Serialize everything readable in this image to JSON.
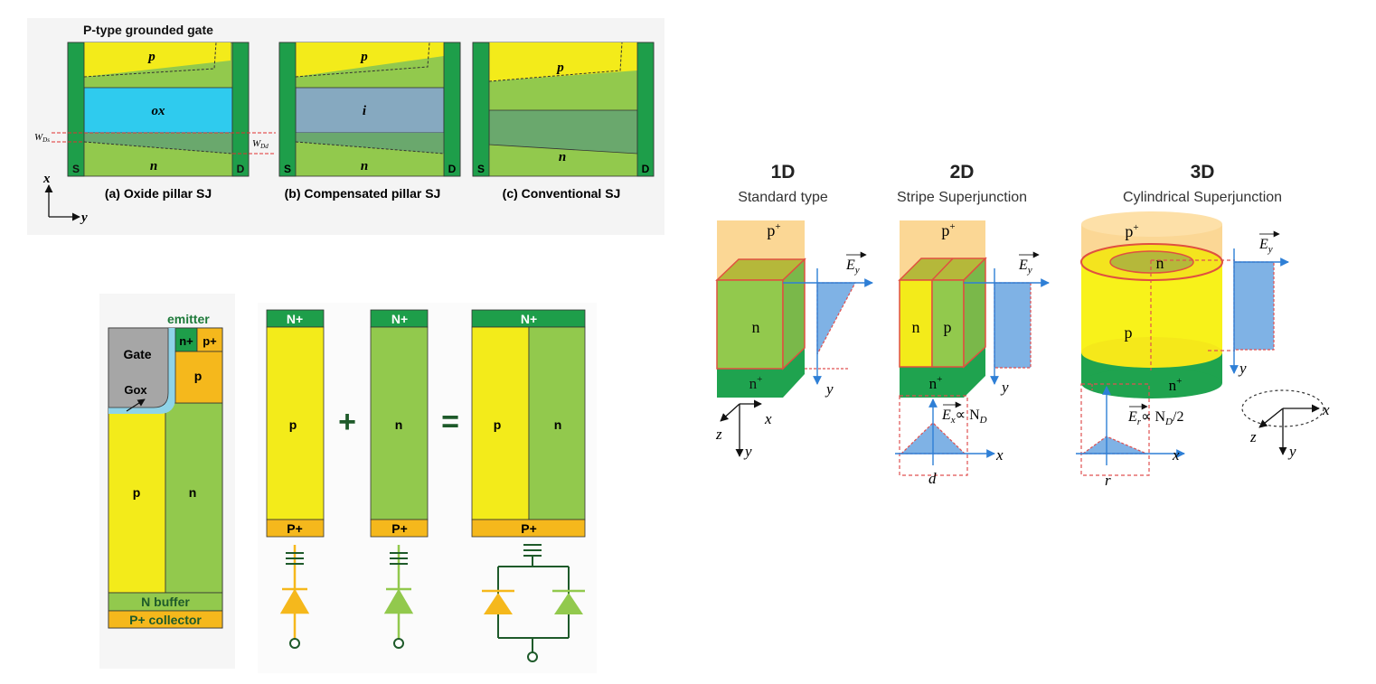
{
  "panel_top": {
    "header": "P-type grounded gate",
    "wds": "W",
    "wds_sub": "Ds",
    "wdd": "W",
    "wdd_sub": "Dd",
    "axis_x": "x",
    "axis_y": "y",
    "a": {
      "p": "p",
      "mid": "ox",
      "n": "n",
      "s": "S",
      "d": "D",
      "caption": "(a) Oxide pillar SJ"
    },
    "b": {
      "p": "p",
      "mid": "i",
      "n": "n",
      "s": "S",
      "d": "D",
      "caption": "(b) Compensated pillar SJ"
    },
    "c": {
      "p": "p",
      "n": "n",
      "s": "S",
      "d": "D",
      "caption": "(c) Conventional SJ"
    }
  },
  "panel_igbt": {
    "emitter": "emitter",
    "gate": "Gate",
    "gox": "Gox",
    "nplus": "n+",
    "pplus": "p+",
    "pwell": "p",
    "pcol": "p",
    "ncol": "n",
    "nbuffer": "N buffer",
    "collector": "P+ collector"
  },
  "panel_sum": {
    "col1": {
      "top": "N+",
      "mid": "p",
      "bottom": "P+"
    },
    "col2": {
      "top": "N+",
      "mid": "n",
      "bottom": "P+"
    },
    "col3": {
      "top": "N+",
      "left": "p",
      "right": "n",
      "bottom": "P+"
    },
    "plus": "+",
    "equals": "="
  },
  "panel_dims": {
    "d1": {
      "title": "1D",
      "subtitle": "Standard type",
      "top": "p",
      "mid": "n",
      "bottom": "n"
    },
    "d2": {
      "title": "2D",
      "subtitle": "Stripe Superjunction",
      "top": "p",
      "left": "n",
      "right": "p",
      "bottom": "n",
      "formula": "∝ N",
      "formula_sub": "D",
      "dim": "d"
    },
    "d3": {
      "title": "3D",
      "subtitle": "Cylindrical Superjunction",
      "top": "p",
      "core": "n",
      "mid": "p",
      "bottom": "n",
      "formula": "∝ N",
      "formula_sub": "D",
      "formula_tail": "/2",
      "dim": "r"
    },
    "sup_plus": "+",
    "e_field": "E",
    "e_sub_y": "y",
    "e_sub_x": "x",
    "e_sub_r": "r",
    "axis_x": "x",
    "axis_y": "y",
    "axis_z": "z"
  },
  "colors": {
    "green_dark": "#1e9e4a",
    "green_light": "#92c94d",
    "green_mid": "#6aa86d",
    "yellow": "#f3eb1a",
    "ox_blue": "#2fcbee",
    "i_blue": "#86a9c0",
    "orange": "#f5b81c",
    "gray": "#a6a6a6",
    "field_blue": "#7fb2e5",
    "arrow_blue": "#2e7fd6",
    "dash_red": "#e05050"
  }
}
